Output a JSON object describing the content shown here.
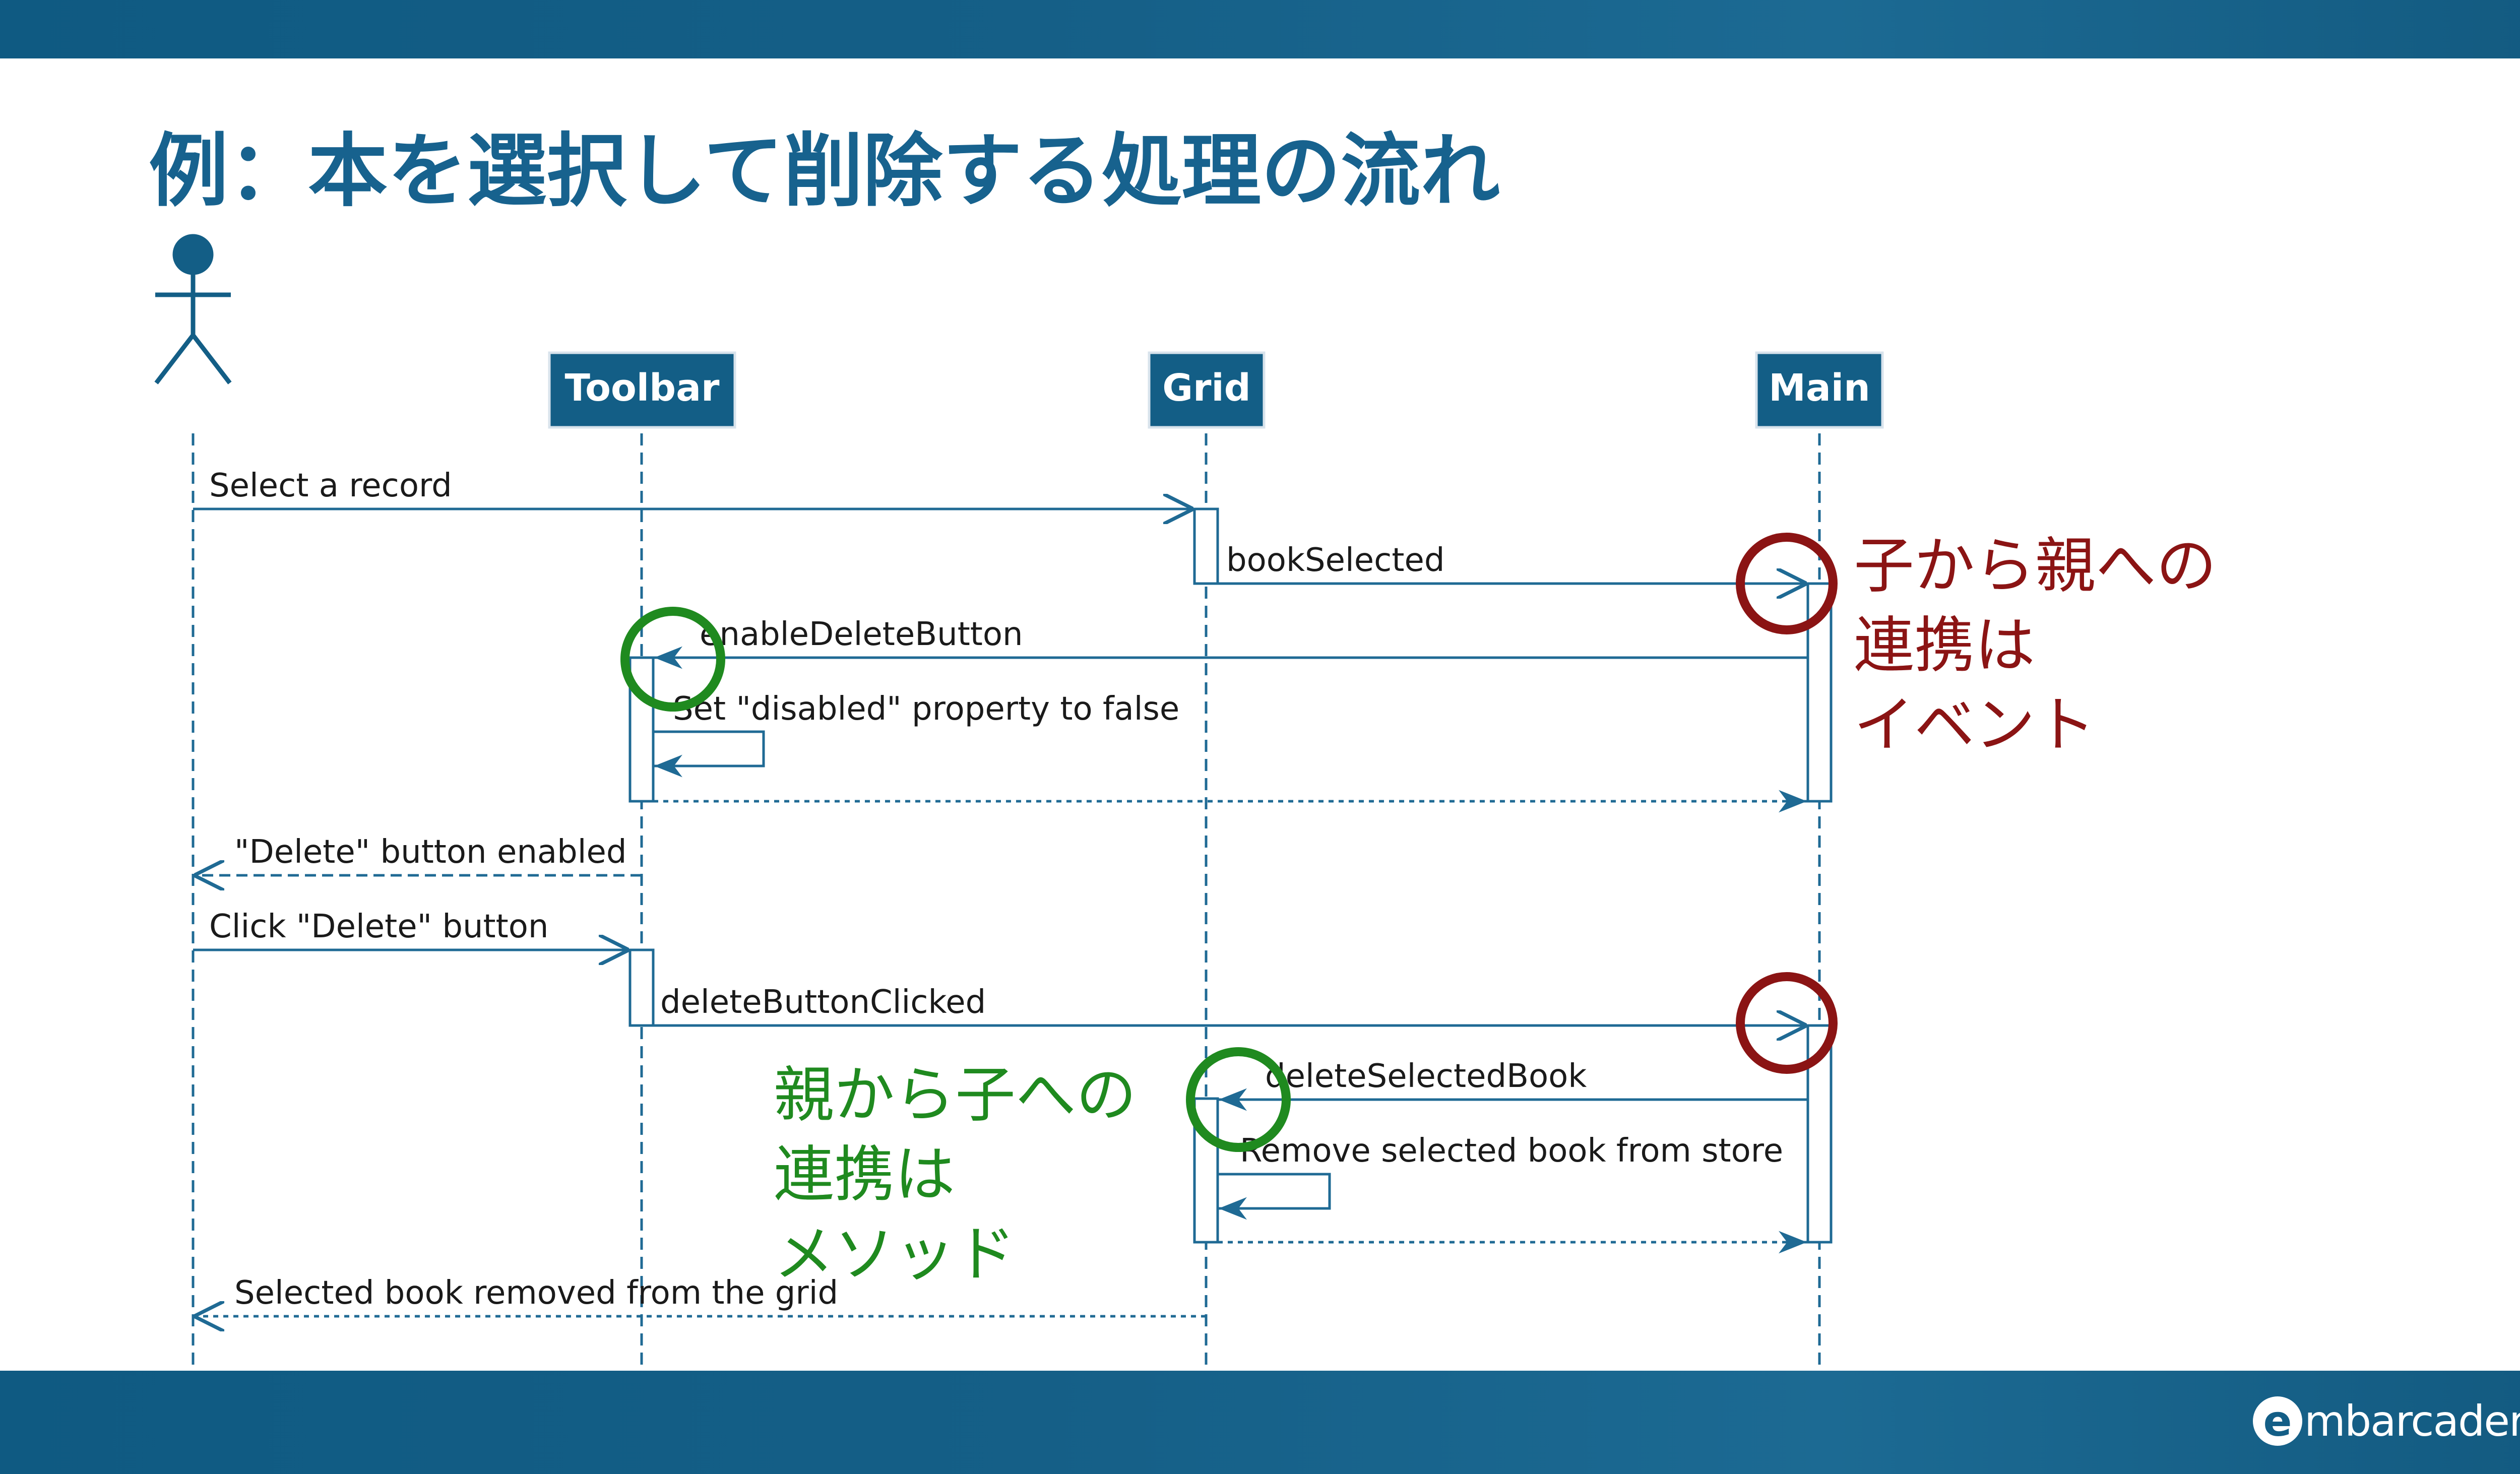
{
  "title": "例：本を選択して削除する処理の流れ",
  "participants": [
    "Toolbar",
    "Grid",
    "Main"
  ],
  "messages": [
    {
      "label": "Select a record"
    },
    {
      "label": "bookSelected"
    },
    {
      "label": "enableDeleteButton"
    },
    {
      "label": "Set \"disabled\" property to false"
    },
    {
      "label": "\"Delete\" button enabled"
    },
    {
      "label": "Click \"Delete\" button"
    },
    {
      "label": "deleteButtonClicked"
    },
    {
      "label": "deleteSelectedBook"
    },
    {
      "label": "Remove selected book from store"
    },
    {
      "label": "Selected book removed from the grid"
    }
  ],
  "notes": {
    "event": {
      "lines": [
        "子から親への",
        "連携は",
        "イベント"
      ],
      "color": "#8b1414"
    },
    "method": {
      "lines": [
        "親から子への",
        "連携は",
        "メソッド"
      ],
      "color": "#1f8a1f"
    }
  },
  "colors": {
    "brand": "#135e86",
    "line": "#1f6a94",
    "event": "#8b1414",
    "method": "#1f8a1f"
  },
  "icons": [
    "actor-icon",
    "logo-mark"
  ],
  "logo": {
    "mark": "e",
    "word": "mbarcadero",
    "reg": "®"
  }
}
